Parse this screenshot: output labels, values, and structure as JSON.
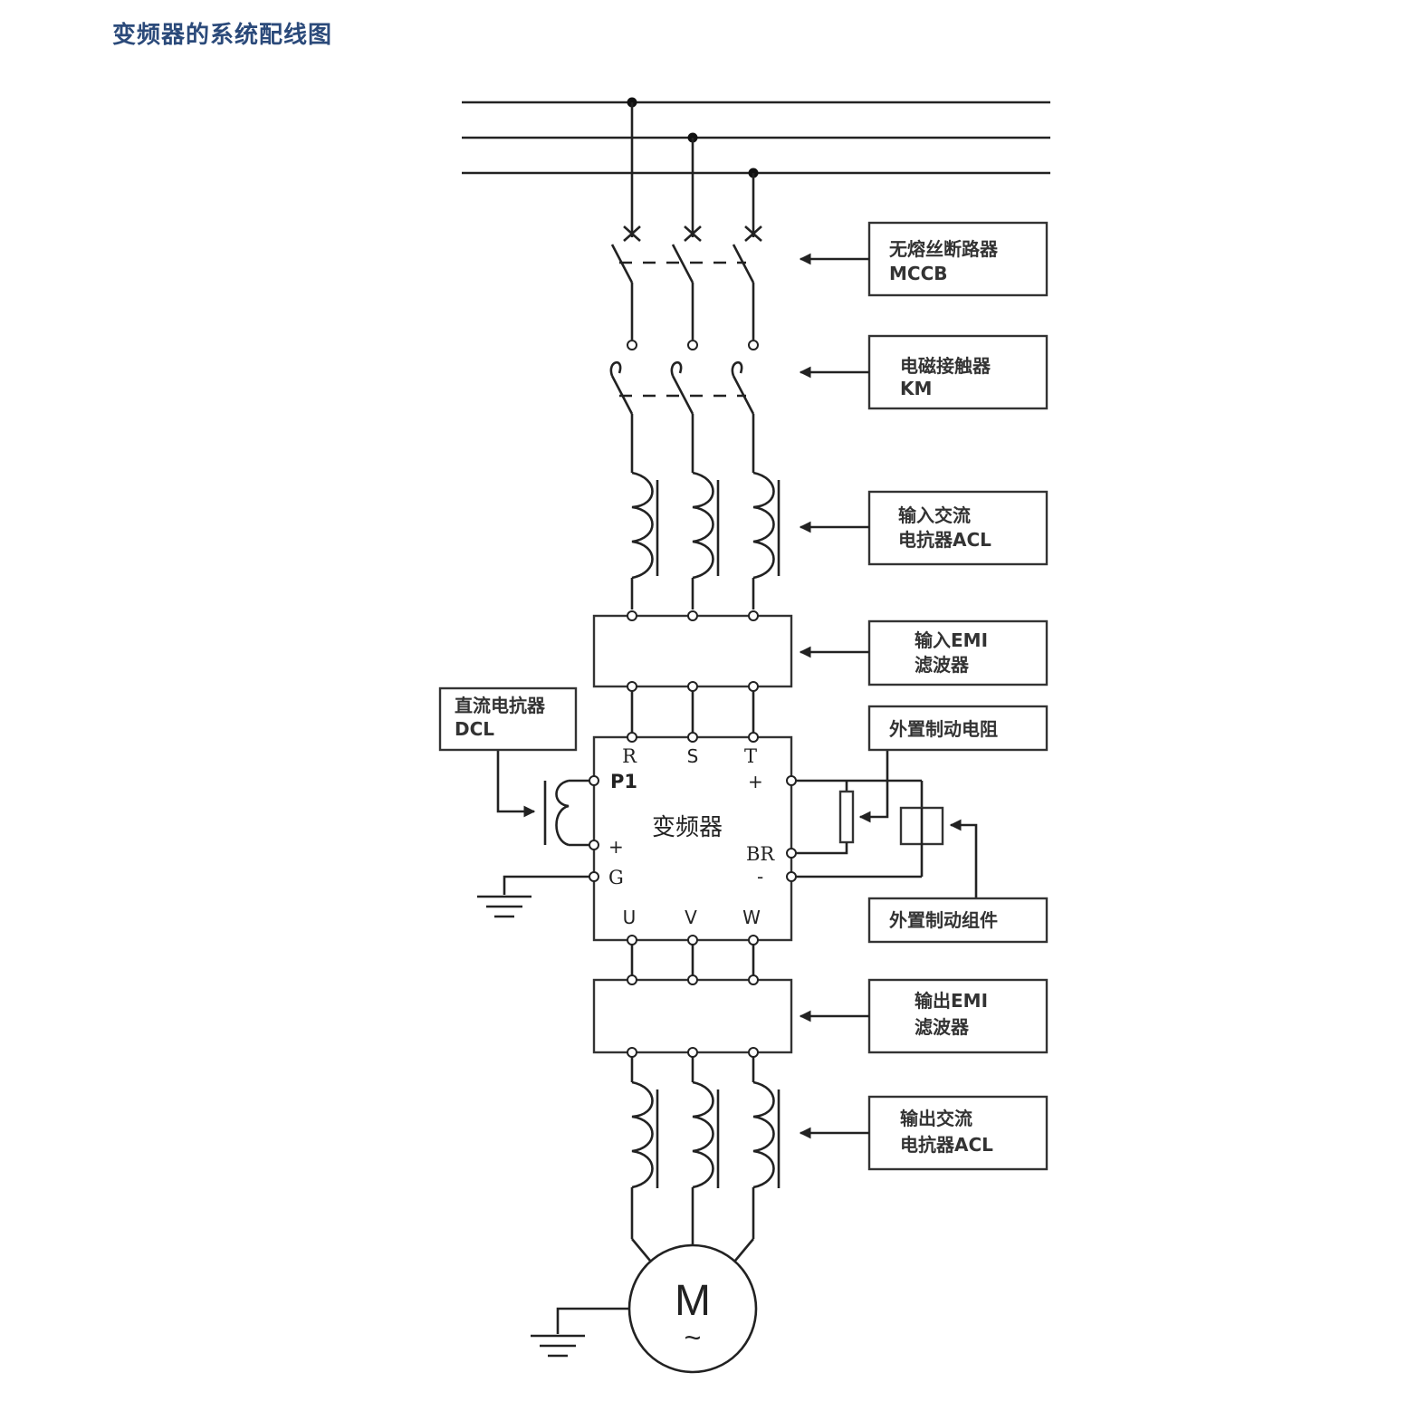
{
  "title": "变频器的系统配线图",
  "components": {
    "mccb": {
      "line1": "无熔丝断路器",
      "line2": "MCCB"
    },
    "km": {
      "line1": "电磁接触器",
      "line2": "KM"
    },
    "input_acl": {
      "line1": "输入交流",
      "line2": "电抗器ACL"
    },
    "input_emi": {
      "line1": "输入EMI",
      "line2": "滤波器"
    },
    "dcl": {
      "line1": "直流电抗器",
      "line2": "DCL"
    },
    "brake_resistor": {
      "line1": "外置制动电阻"
    },
    "brake_unit": {
      "line1": "外置制动组件"
    },
    "output_emi": {
      "line1": "输出EMI",
      "line2": "滤波器"
    },
    "output_acl": {
      "line1": "输出交流",
      "line2": "电抗器ACL"
    }
  },
  "inverter": {
    "label": "变频器",
    "terminals": {
      "r": "R",
      "s": "S",
      "t": "T",
      "p1": "P1",
      "plus_left": "+",
      "g": "G",
      "plus_right": "+",
      "br": "BR",
      "minus": "-",
      "u": "U",
      "v": "V",
      "w": "W"
    }
  },
  "motor": {
    "label": "M",
    "symbol": "~"
  }
}
